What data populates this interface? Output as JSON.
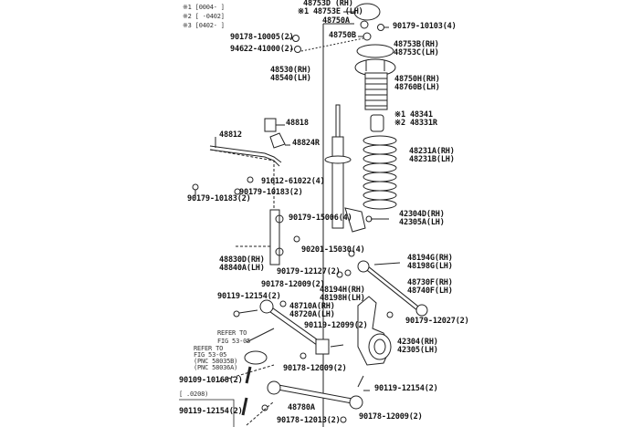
{
  "legend": [
    "※1 [0004-     ]",
    "※2 [     -0402]",
    "※3 [0402-     ]"
  ],
  "parts": {
    "cap": [
      "48753D (RH)",
      "※1 48753E (LH)"
    ],
    "p48750A": "48750A",
    "p48750B": "48750B",
    "nut_10103": "90179-10103(4)",
    "nut_10005": "90178-10005(2)",
    "p94622": "94622-41000(2)",
    "mount": [
      "48753B(RH)",
      "48753C(LH)"
    ],
    "strut": [
      "48530(RH)",
      "48540(LH)"
    ],
    "boot": [
      "48750H(RH)",
      "48760B(LH)"
    ],
    "bumper": [
      "※1 48341",
      "※2 48331R"
    ],
    "p48818": "48818",
    "p48812": "48812",
    "p48824R": "48824R",
    "spring": [
      "48231A(RH)",
      "48231B(LH)"
    ],
    "p91612": "91612-61022(4)",
    "nut_10183a": "90179-10183(2)",
    "nut_10183b": "90179-10183(2)",
    "nut_15006": "90179-15006(4)",
    "bolt_strut": [
      "42304D(RH)",
      "42305A(LH)"
    ],
    "bolt_15030": "90201-15030(4)",
    "link": [
      "48830D(RH)",
      "48840A(LH)"
    ],
    "bush_g": [
      "48194G(RH)",
      "48198G(LH)"
    ],
    "nut_12127": "90179-12127(2)",
    "arm_upper": [
      "48730F(RH)",
      "48740F(LH)"
    ],
    "nut_12009a": "90178-12009(2)",
    "bush_h": [
      "48194H(RH)",
      "48198H(LH)"
    ],
    "bolt_12154a": "90119-12154(2)",
    "arm_no1": [
      "48710A(RH)",
      "48720A(LH)"
    ],
    "nut_12027": "90179-12027(2)",
    "bolt_12099": "90119-12099(2)",
    "refer1": [
      "REFER TO",
      "FIG 53-05"
    ],
    "knuckle": [
      "42304(RH)",
      "42305(LH)"
    ],
    "refer2": [
      "REFER TO",
      "FIG 53-05",
      "(PNC 58035B)",
      "(PNC 58036A)"
    ],
    "bolt_10168": "90109-10168(2)",
    "nut_12009b": "90178-12009(2)",
    "bracket_note": "[       .0208)",
    "bolt_12154b": "90119-12154(2)",
    "arm_no2": "48780A",
    "bolt_12154c": "90119-12154(2)",
    "nut_12013": "90178-12013(2)",
    "nut_12009c": "90178-12009(2)"
  }
}
